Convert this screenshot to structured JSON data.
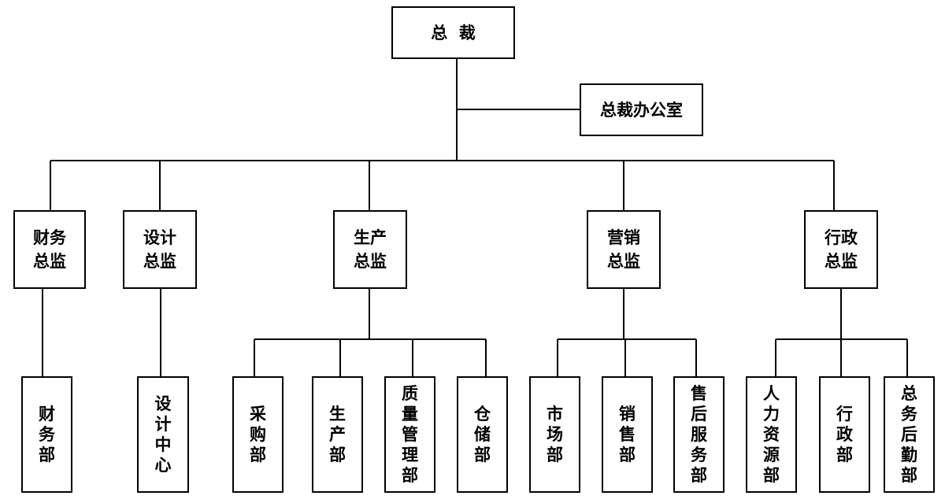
{
  "chart": {
    "ceo": "总  裁",
    "ceo_office": "总裁办公室",
    "directors": {
      "finance": "财务\n总监",
      "design": "设计\n总监",
      "production": "生产\n总监",
      "marketing": "营销\n总监",
      "admin": "行政\n总监"
    },
    "departments": {
      "finance_dept": "财\n务\n部",
      "design_center": "设\n计\n中\n心",
      "purchasing": "采\n购\n部",
      "production_dept": "生\n产\n部",
      "quality": "质\n量\n管\n理\n部",
      "warehouse": "仓\n储\n部",
      "market": "市\n场\n部",
      "sales": "销\n售\n部",
      "after_sales": "售\n后\n服\n务\n部",
      "hr": "人\n力\n资\n源\n部",
      "admin_dept": "行\n政\n部",
      "logistics": "总\n务\n后\n勤\n部"
    }
  }
}
